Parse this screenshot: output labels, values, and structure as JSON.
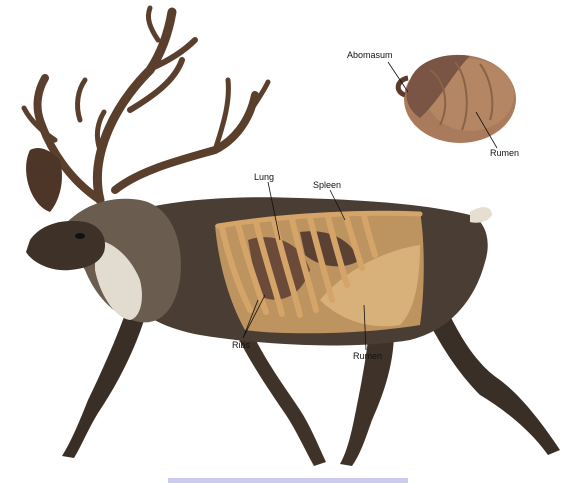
{
  "diagram": {
    "labels": {
      "abomasum": "Abomasum",
      "rumen_stomach": "Rumen",
      "lung": "Lung",
      "spleen": "Spleen",
      "ribs": "Ribs",
      "rumen_body": "Rumen"
    }
  },
  "colors": {
    "caribou_body": "#4a3d33",
    "caribou_dark": "#2a211b",
    "caribou_light": "#d9d2c6",
    "antler": "#5a3f2c",
    "ribs": "#d5a468",
    "organ": "#c79a63",
    "lung": "#6b4a3a",
    "stomach": "#a9785a",
    "link_text": "#3030c0"
  }
}
